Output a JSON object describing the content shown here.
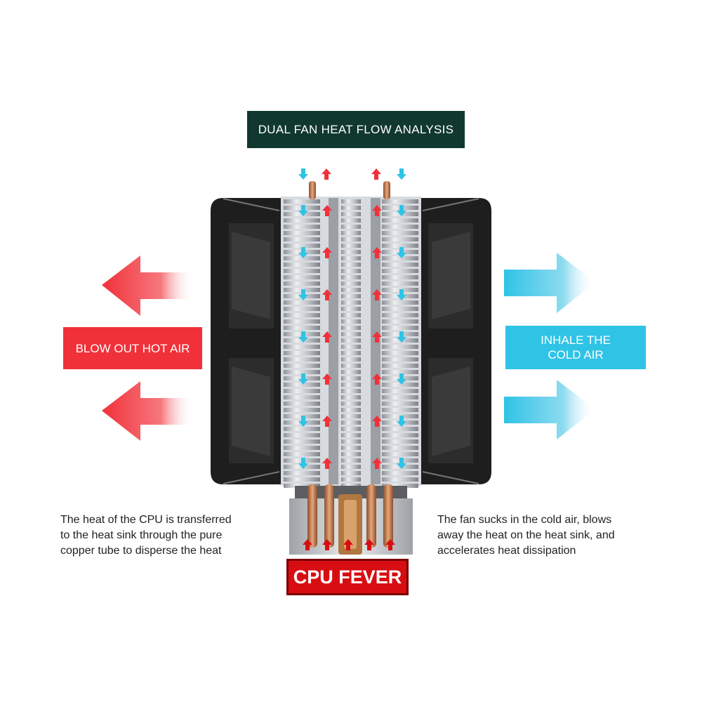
{
  "title": "DUAL FAN HEAT FLOW ANALYSIS",
  "left_label": "BLOW OUT HOT AIR",
  "right_label_lines": [
    "INHALE THE",
    "COLD AIR"
  ],
  "cpu_label": "CPU FEVER",
  "left_description_lines": [
    "The heat of the CPU is transferred",
    "to the heat sink through the pure",
    "copper tube to disperse the heat"
  ],
  "right_description_lines": [
    "The fan sucks in the cold air, blows",
    "away the heat on the heat sink, and",
    "accelerates heat dissipation"
  ],
  "colors": {
    "title_bg": "#11382f",
    "hot": "#f0313a",
    "cold": "#2fc3e6",
    "cpu_bg": "#d80d12",
    "fan_frame": "#1e1e1e",
    "fin_silver": "#c9cdd3",
    "copper": "#c9875a"
  }
}
